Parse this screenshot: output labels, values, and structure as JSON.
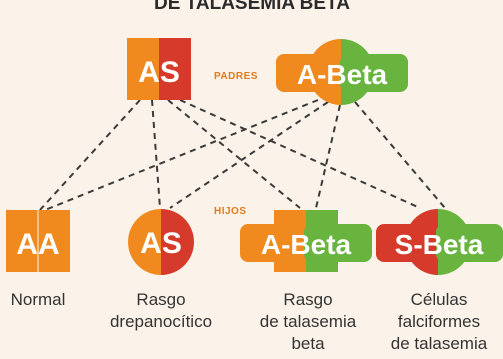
{
  "title": "DE TALASEMIA BETA",
  "labels": {
    "parents": "PADRES",
    "children": "HIJOS"
  },
  "parents": [
    {
      "genotype": "AS",
      "shape": "square",
      "colors": [
        "#f08a1e",
        "#d63a2a"
      ]
    },
    {
      "genotype": "A-Beta",
      "shape": "circle",
      "colors": [
        "#f08a1e",
        "#69b33f"
      ]
    }
  ],
  "children": [
    {
      "genotype": "AA",
      "shape": "square",
      "colors": [
        "#f08a1e",
        "#f08a1e"
      ],
      "caption": [
        "Normal"
      ]
    },
    {
      "genotype": "AS",
      "shape": "circle",
      "colors": [
        "#f08a1e",
        "#d63a2a"
      ],
      "caption": [
        "Rasgo",
        "drepanocítico"
      ]
    },
    {
      "genotype": "A-Beta",
      "shape": "square",
      "colors": [
        "#f08a1e",
        "#69b33f"
      ],
      "caption": [
        "Rasgo",
        "de talasemia",
        "beta"
      ]
    },
    {
      "genotype": "S-Beta",
      "shape": "circle",
      "colors": [
        "#d63a2a",
        "#69b33f"
      ],
      "caption": [
        "Células",
        "falciformes",
        "de talasemia"
      ]
    }
  ],
  "colors": {
    "orange": "#f08a1e",
    "red": "#d63a2a",
    "green": "#69b33f",
    "line": "#3a3a3a",
    "background": "#fbf3e9"
  }
}
